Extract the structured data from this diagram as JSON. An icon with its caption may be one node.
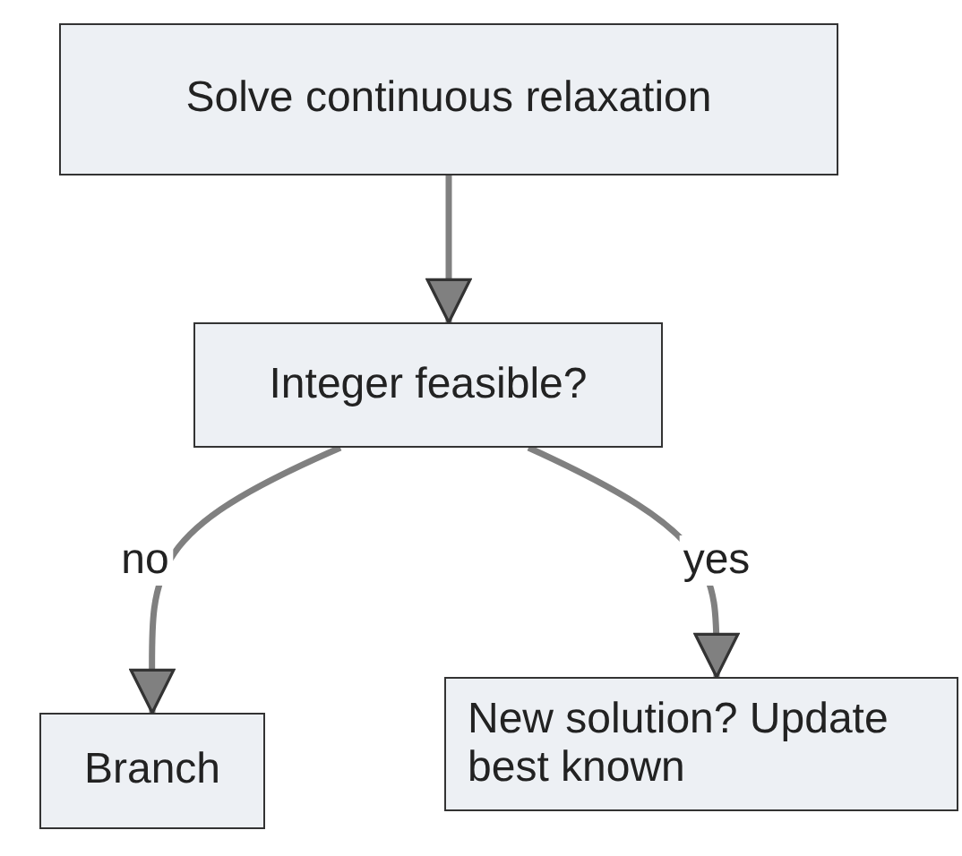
{
  "diagram": {
    "nodes": [
      {
        "text": [
          "Solve continuous relaxation"
        ]
      },
      {
        "text": [
          "Integer feasible?"
        ]
      },
      {
        "text": [
          "Branch"
        ]
      },
      {
        "text": [
          "New solution? Update best known"
        ]
      }
    ],
    "edges": [
      {
        "from": 0,
        "to": 1,
        "arrow": "to"
      },
      {
        "from": 1,
        "to": 2,
        "arrow": "to",
        "label": "no"
      },
      {
        "from": 1,
        "to": 3,
        "arrow": "to",
        "label": "yes"
      }
    ]
  }
}
